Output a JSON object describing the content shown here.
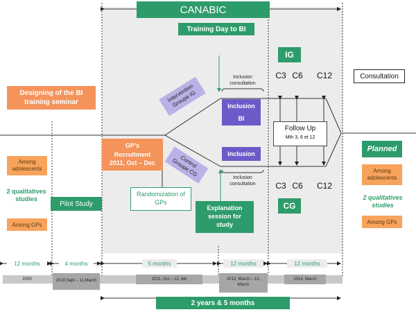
{
  "header": {
    "title": "CANABIC",
    "training": "Training Day to BI"
  },
  "groups": {
    "ig": "IG",
    "cg": "CG"
  },
  "consultation": "Consultation",
  "designing": "Designing of the BI training seminar",
  "among_adolescents": "Among adolescents",
  "qual_studies": "2 qualitatives studies",
  "among_gps": "Among GPs",
  "pilot": "Pilot Study",
  "gp_recruitment": "GP's Recruitment 2011, Oct – Dec",
  "randomization": "Randomization of GPs",
  "intervention": "Intervention Groupe IG",
  "control": "Control Groupe CG",
  "inclusion_consult": "Inclusion consultation",
  "inclusion_bi": {
    "line1": "Inclusion",
    "line2": "BI"
  },
  "inclusion": "Inclusion",
  "explanation": "Explanation session for study",
  "checkpoints": [
    "C3",
    "C6",
    "C12"
  ],
  "follow_up": {
    "title": "Follow Up",
    "sub": "Mth 3, 6 et 12"
  },
  "planned": "Planned",
  "right_adolescents": "Among adolescents",
  "right_qual": "2 qualitatives studies",
  "right_gps": "Among GPs",
  "durations": [
    "12 months",
    "4 months",
    "5 months",
    "12 months",
    "12 months"
  ],
  "dates": [
    "2009",
    "2010,Sept – 11,March",
    "2011, Oct – 12, feb",
    "2012, March – 13, March",
    "2014, March"
  ],
  "total": "2 years & 5 months",
  "colors": {
    "green": "#2e9c6a",
    "orange": "#f4935a",
    "purple": "#6b5bc9",
    "lavender": "#b8b2e6",
    "panel": "#ececec"
  }
}
